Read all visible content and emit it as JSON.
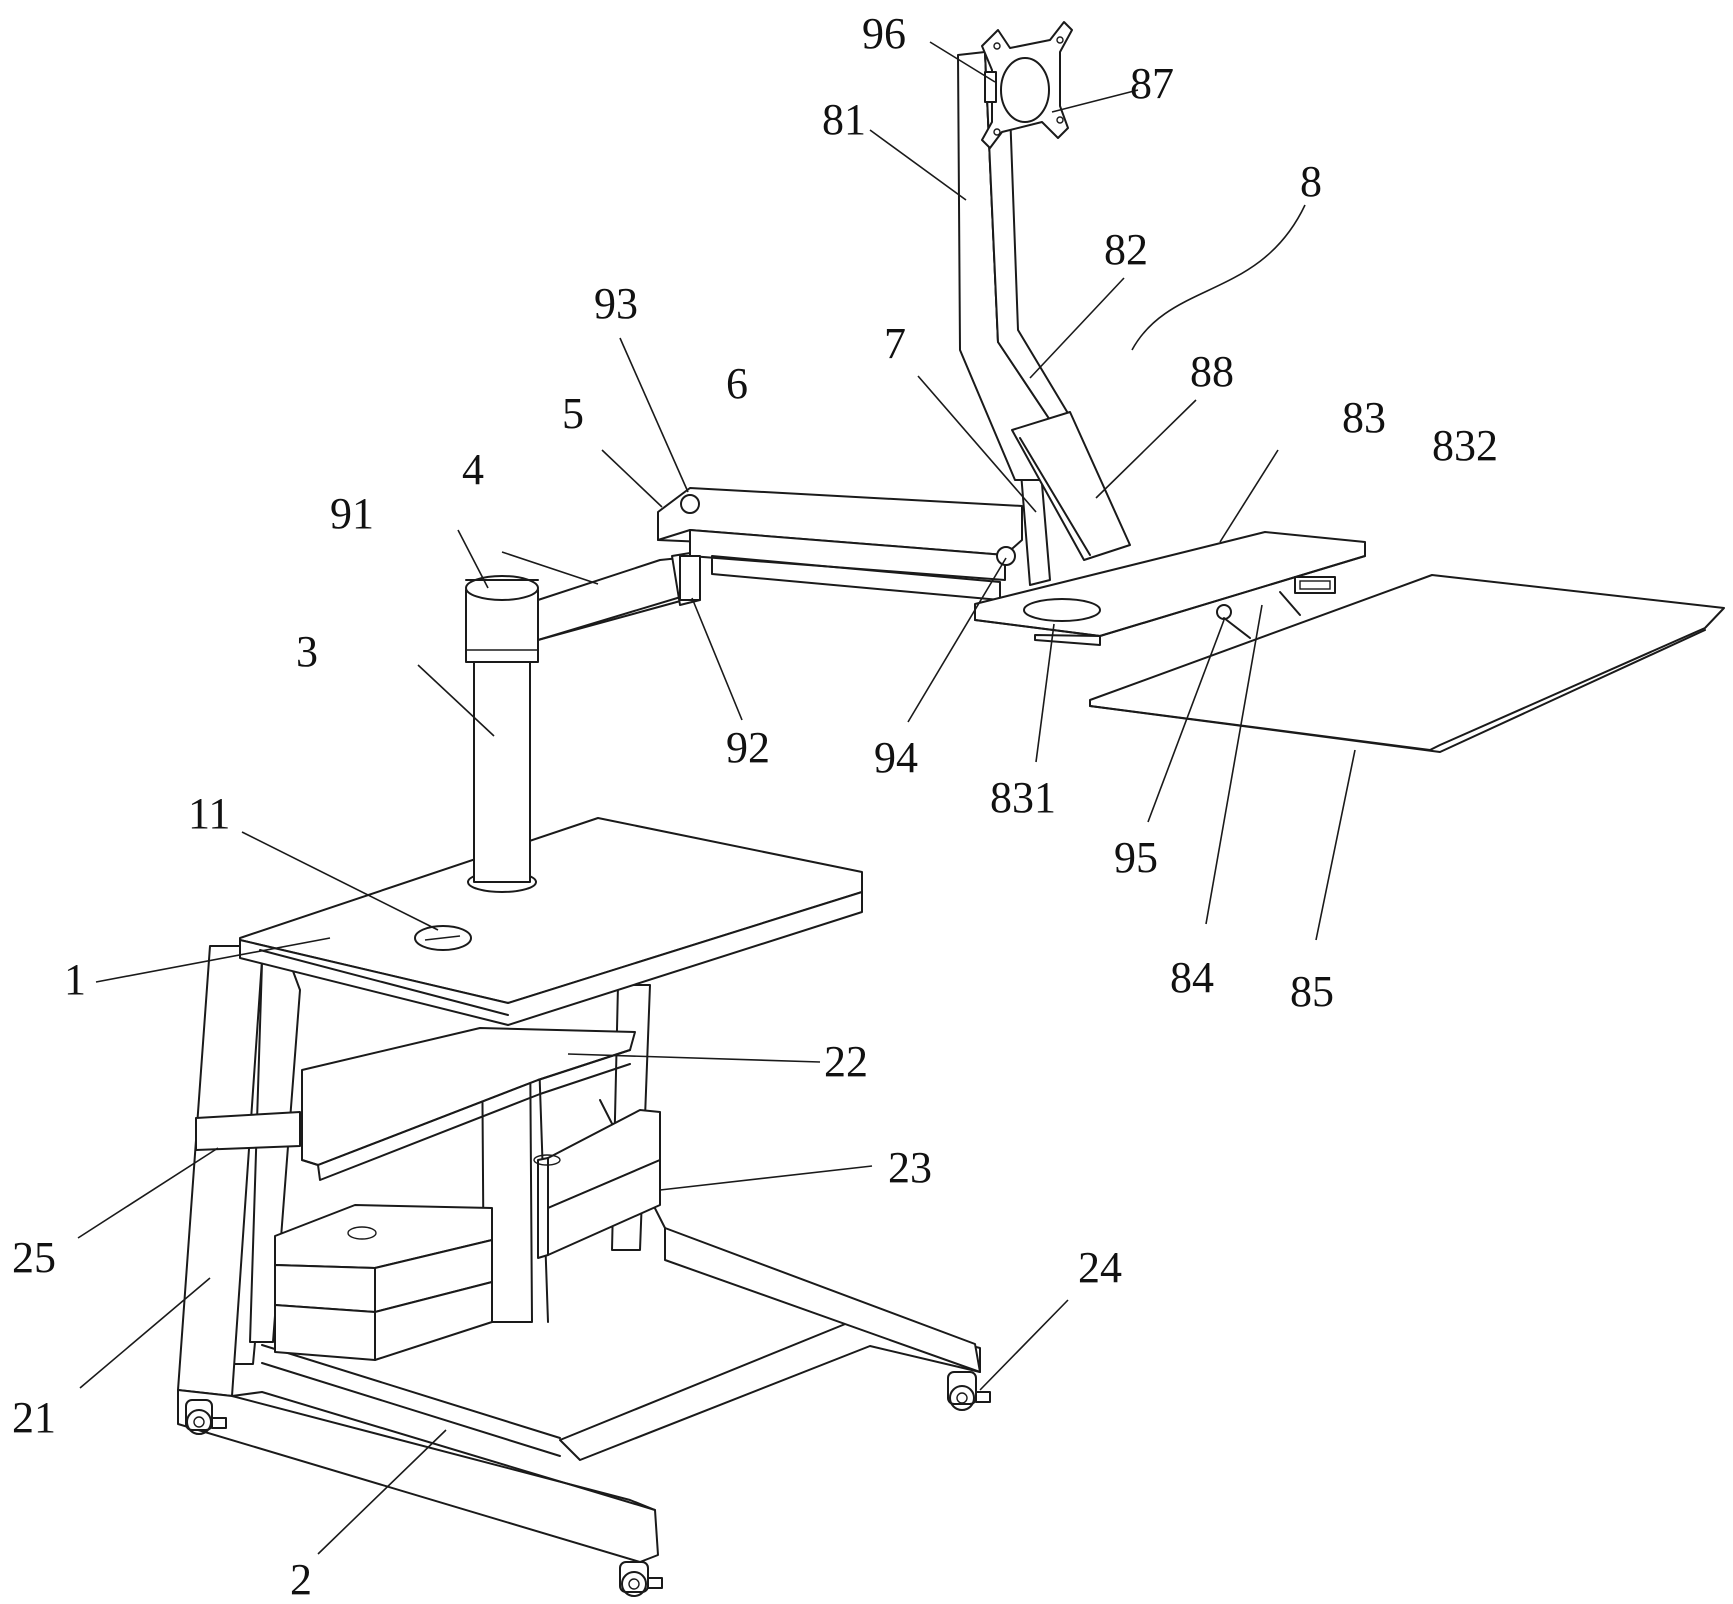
{
  "figure": {
    "labels": [
      {
        "id": "96",
        "text": "96"
      },
      {
        "id": "87",
        "text": "87"
      },
      {
        "id": "81",
        "text": "81"
      },
      {
        "id": "8",
        "text": "8"
      },
      {
        "id": "82",
        "text": "82"
      },
      {
        "id": "93",
        "text": "93"
      },
      {
        "id": "7",
        "text": "7"
      },
      {
        "id": "88",
        "text": "88"
      },
      {
        "id": "6",
        "text": "6"
      },
      {
        "id": "5",
        "text": "5"
      },
      {
        "id": "83",
        "text": "83"
      },
      {
        "id": "832",
        "text": "832"
      },
      {
        "id": "4",
        "text": "4"
      },
      {
        "id": "91",
        "text": "91"
      },
      {
        "id": "3",
        "text": "3"
      },
      {
        "id": "92",
        "text": "92"
      },
      {
        "id": "94",
        "text": "94"
      },
      {
        "id": "831",
        "text": "831"
      },
      {
        "id": "11",
        "text": "11"
      },
      {
        "id": "95",
        "text": "95"
      },
      {
        "id": "1",
        "text": "1"
      },
      {
        "id": "84",
        "text": "84"
      },
      {
        "id": "85",
        "text": "85"
      },
      {
        "id": "22",
        "text": "22"
      },
      {
        "id": "23",
        "text": "23"
      },
      {
        "id": "25",
        "text": "25"
      },
      {
        "id": "24",
        "text": "24"
      },
      {
        "id": "21",
        "text": "21"
      },
      {
        "id": "2",
        "text": "2"
      }
    ]
  }
}
